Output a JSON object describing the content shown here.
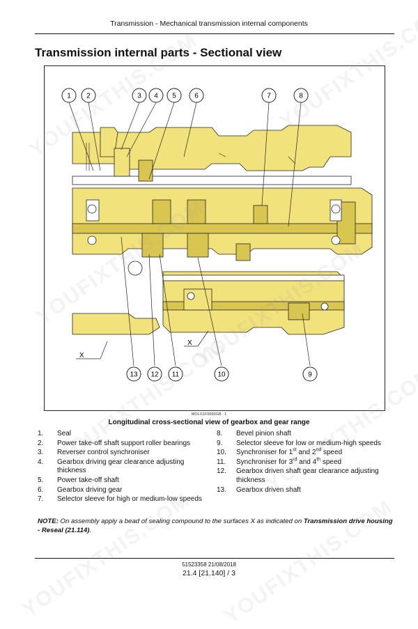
{
  "header": "Transmission - Mechanical transmission internal components",
  "title": "Transmission internal parts - Sectional view",
  "figure": {
    "callouts_top": [
      "1",
      "2",
      "3",
      "4",
      "5",
      "6",
      "7",
      "8"
    ],
    "callouts_bottom": [
      "13",
      "12",
      "11",
      "10",
      "9"
    ],
    "x_label": "X",
    "ref_code": "MOLI11F0683GB",
    "ref_num": "1",
    "colors": {
      "yellow": "#f2e27c",
      "dark_yellow": "#d9c650",
      "line": "#222222",
      "grey": "#bbbbbb"
    }
  },
  "caption": "Longitudinal cross-sectional view of gearbox and gear range",
  "legend_left": [
    {
      "num": "1.",
      "text": "Seal"
    },
    {
      "num": "2.",
      "text": "Power take-off shaft support roller bearings"
    },
    {
      "num": "3.",
      "text": "Reverser control synchroniser"
    },
    {
      "num": "4.",
      "text": "Gearbox driving gear clearance adjusting thickness"
    },
    {
      "num": "5.",
      "text": "Power take-off shaft"
    },
    {
      "num": "6.",
      "text": "Gearbox driving gear"
    },
    {
      "num": "7.",
      "text": "Selector sleeve for high or medium-low speeds"
    }
  ],
  "legend_right": [
    {
      "num": "8.",
      "text": "Bevel pinion shaft"
    },
    {
      "num": "9.",
      "text": "Selector sleeve for low or medium-high speeds"
    },
    {
      "num": "10.",
      "pre": "Synchroniser for 1",
      "sup1": "st",
      "mid": " and 2",
      "sup2": "nd",
      "post": " speed"
    },
    {
      "num": "11.",
      "pre": "Synchroniser for 3",
      "sup1": "rd",
      "mid": " and 4",
      "sup2": "th",
      "post": " speed"
    },
    {
      "num": "12.",
      "text": "Gearbox driven shaft gear clearance adjusting thickness"
    },
    {
      "num": "13.",
      "text": "Gearbox driven shaft"
    }
  ],
  "note": {
    "label": "NOTE:",
    "text": " On assembly apply a bead of sealing compound to the surfaces X as indicated on ",
    "ref": "Transmission drive housing - Reseal (21.114)",
    "end": "."
  },
  "footer": {
    "code": "51523358 21/08/2018",
    "page": "21.4 [21.140] / 3"
  },
  "watermark": "YOUFIXTHIS.COM"
}
